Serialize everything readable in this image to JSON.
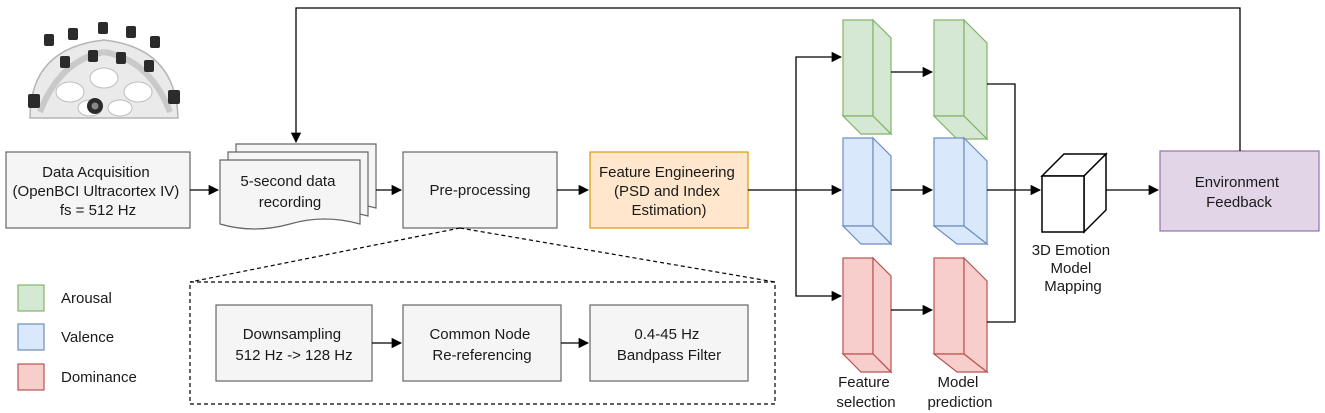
{
  "boxes": {
    "data_acquisition": [
      "Data Acquisition",
      "(OpenBCI Ultracortex IV)",
      "fs = 512 Hz"
    ],
    "recording": [
      "5-second data",
      "recording"
    ],
    "preprocessing": [
      "Pre-processing"
    ],
    "feature_engineering": [
      "Feature Engineering",
      "(PSD and Index",
      "Estimation)"
    ],
    "downsampling": [
      "Downsampling",
      "512 Hz -> 128 Hz"
    ],
    "rereferencing": [
      "Common Node",
      "Re-referencing"
    ],
    "bandpass": [
      "0.4-45 Hz",
      "Bandpass Filter"
    ],
    "emotion_mapping": [
      "3D Emotion",
      "Model",
      "Mapping"
    ],
    "environment": [
      "Environment",
      "Feedback"
    ]
  },
  "column_labels": {
    "feature_selection": [
      "Feature",
      "selection"
    ],
    "model_prediction": [
      "Model",
      "prediction"
    ]
  },
  "legend": [
    {
      "label": "Arousal",
      "fill": "#d5e8d4",
      "stroke": "#82b366"
    },
    {
      "label": "Valence",
      "fill": "#dae8fc",
      "stroke": "#6c8ebf"
    },
    {
      "label": "Dominance",
      "fill": "#f8cecc",
      "stroke": "#b85450"
    }
  ],
  "colors": {
    "gray_fill": "#f5f5f5",
    "gray_stroke": "#666666",
    "feature_fill": "#ffe6cc",
    "feature_stroke": "#d79b00",
    "env_fill": "#e1d5e7",
    "env_stroke": "#9673a6"
  }
}
